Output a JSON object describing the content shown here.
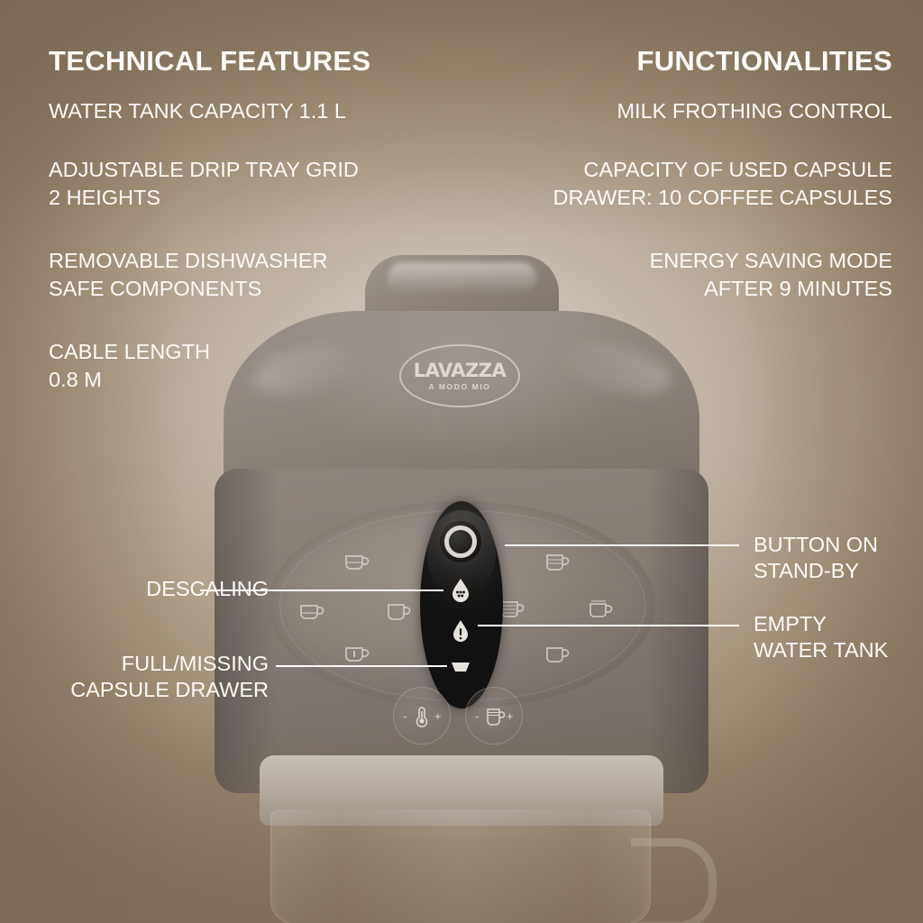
{
  "columns": {
    "left": {
      "heading": "TECHNICAL FEATURES",
      "items": [
        "WATER TANK CAPACITY 1.1 L",
        "ADJUSTABLE DRIP TRAY GRID\n2 HEIGHTS",
        "REMOVABLE DISHWASHER\nSAFE COMPONENTS",
        "CABLE LENGTH\n0.8 M"
      ]
    },
    "right": {
      "heading": "FUNCTIONALITIES",
      "items": [
        "MILK FROTHING CONTROL",
        "CAPACITY OF USED CAPSULE\nDRAWER: 10 COFFEE CAPSULES",
        "ENERGY SAVING MODE\nAFTER 9 MINUTES"
      ]
    }
  },
  "callouts": {
    "button_standby": "BUTTON ON\nSTAND-BY",
    "empty_water_tank": "EMPTY\nWATER TANK",
    "descaling": "DESCALING",
    "capsule_drawer": "FULL/MISSING\nCAPSULE DRAWER"
  },
  "product": {
    "brand": "LAVAZZA",
    "brand_sub": "A MODO MIO"
  },
  "colors": {
    "background_dark": "#87745e",
    "background_light": "#d6cdc2",
    "text": "#fbfaf8",
    "machine_body": "#877e76",
    "control_pad": "#1d1c1b"
  }
}
